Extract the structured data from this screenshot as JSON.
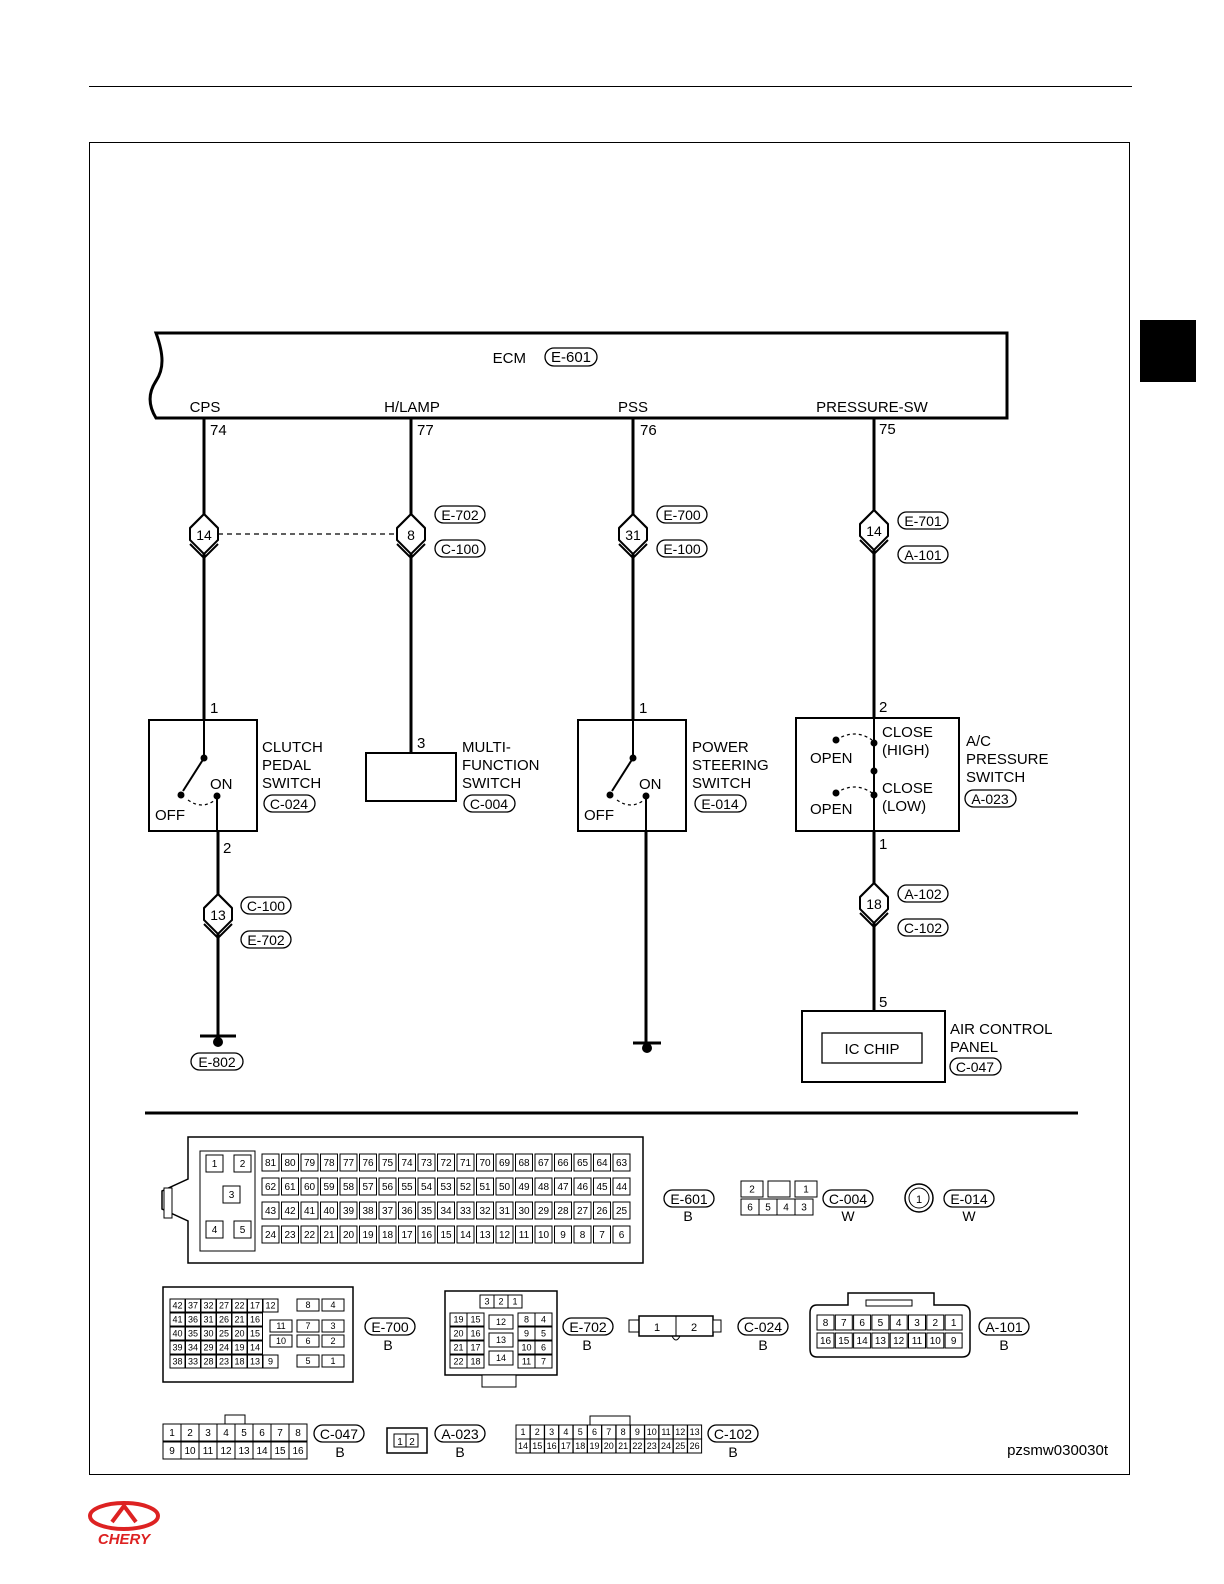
{
  "ecm": {
    "name": "ECM",
    "connector": "E-601"
  },
  "pins": [
    {
      "signal": "CPS",
      "pin": "74"
    },
    {
      "signal": "H/LAMP",
      "pin": "77"
    },
    {
      "signal": "PSS",
      "pin": "76"
    },
    {
      "signal": "PRESSURE-SW",
      "pin": "75"
    }
  ],
  "junctions": [
    {
      "pin": "14",
      "upper": "",
      "lower": ""
    },
    {
      "pin": "8",
      "upper": "E-702",
      "lower": "C-100"
    },
    {
      "pin": "31",
      "upper": "E-700",
      "lower": "E-100"
    },
    {
      "pin": "14",
      "upper": "E-701",
      "lower": "A-101"
    },
    {
      "pin": "13",
      "upper": "C-100",
      "lower": "E-702"
    },
    {
      "pin": "18",
      "upper": "A-102",
      "lower": "C-102"
    }
  ],
  "clutch_switch": {
    "name_lines": [
      "CLUTCH",
      "PEDAL",
      "SWITCH"
    ],
    "connector": "C-024",
    "pin_in": "1",
    "pin_out": "2",
    "on": "ON",
    "off": "OFF"
  },
  "multi_switch": {
    "name_lines": [
      "MULTI-",
      "FUNCTION",
      "SWITCH"
    ],
    "connector": "C-004",
    "pin": "3"
  },
  "ps_switch": {
    "name_lines": [
      "POWER",
      "STEERING",
      "SWITCH"
    ],
    "connector": "E-014",
    "pin": "1",
    "on": "ON",
    "off": "OFF"
  },
  "ac_switch": {
    "name_lines": [
      "A/C",
      "PRESSURE",
      "SWITCH"
    ],
    "connector": "A-023",
    "pin_top": "2",
    "pin_bottom": "1",
    "open": "OPEN",
    "close_high_lines": [
      "CLOSE",
      "(HIGH)"
    ],
    "close_low_lines": [
      "CLOSE",
      "(LOW)"
    ]
  },
  "air_panel": {
    "name_lines": [
      "AIR CONTROL",
      "PANEL"
    ],
    "connector": "C-047",
    "pin": "5",
    "chip": "IC CHIP"
  },
  "ground_label": "E-802",
  "connector_views": {
    "e601": {
      "code": "E-601",
      "color": "B",
      "rows": [
        [
          "81",
          "80",
          "79",
          "78",
          "77",
          "76",
          "75",
          "74",
          "73",
          "72",
          "71",
          "70",
          "69",
          "68",
          "67",
          "66",
          "65",
          "64",
          "63"
        ],
        [
          "62",
          "61",
          "60",
          "59",
          "58",
          "57",
          "56",
          "55",
          "54",
          "53",
          "52",
          "51",
          "50",
          "49",
          "48",
          "47",
          "46",
          "45",
          "44"
        ],
        [
          "43",
          "42",
          "41",
          "40",
          "39",
          "38",
          "37",
          "36",
          "35",
          "34",
          "33",
          "32",
          "31",
          "30",
          "29",
          "28",
          "27",
          "26",
          "25"
        ],
        [
          "24",
          "23",
          "22",
          "21",
          "20",
          "19",
          "18",
          "17",
          "16",
          "15",
          "14",
          "13",
          "12",
          "11",
          "10",
          "9",
          "8",
          "7",
          "6"
        ]
      ],
      "side": [
        "1",
        "2",
        "3",
        "4",
        "5"
      ]
    },
    "c004": {
      "code": "C-004",
      "color": "W",
      "top": [
        "2",
        "",
        "1"
      ],
      "bottom": [
        "6",
        "5",
        "4",
        "3"
      ]
    },
    "e014": {
      "code": "E-014",
      "color": "W",
      "pin": "1"
    },
    "e700": {
      "code": "E-700",
      "color": "B",
      "grid": [
        [
          "42",
          "37",
          "32",
          "27",
          "22",
          "17",
          "12"
        ],
        [
          "41",
          "36",
          "31",
          "26",
          "21",
          "16"
        ],
        [
          "40",
          "35",
          "30",
          "25",
          "20",
          "15"
        ],
        [
          "39",
          "34",
          "29",
          "24",
          "19",
          "14"
        ],
        [
          "38",
          "33",
          "28",
          "23",
          "18",
          "13",
          "9"
        ]
      ],
      "right": [
        [
          "8",
          "4"
        ],
        [
          "11",
          "7",
          "3"
        ],
        [
          "10",
          "6",
          "2"
        ],
        [
          "5",
          "1"
        ]
      ]
    },
    "e702": {
      "code": "E-702",
      "color": "B",
      "top": [
        "3",
        "2",
        "1"
      ],
      "left": [
        [
          "19",
          "15"
        ],
        [
          "20",
          "16"
        ],
        [
          "21",
          "17"
        ],
        [
          "22",
          "18"
        ]
      ],
      "mid": [
        "12",
        "13",
        "14"
      ],
      "right": [
        [
          "8",
          "4"
        ],
        [
          "9",
          "5"
        ],
        [
          "10",
          "6"
        ],
        [
          "11",
          "7"
        ]
      ]
    },
    "c024": {
      "code": "C-024",
      "color": "B",
      "pins": [
        "1",
        "2"
      ]
    },
    "a101": {
      "code": "A-101",
      "color": "B",
      "top": [
        "8",
        "7",
        "6",
        "5",
        "4",
        "3",
        "2",
        "1"
      ],
      "bottom": [
        "16",
        "15",
        "14",
        "13",
        "12",
        "11",
        "10",
        "9"
      ]
    },
    "c047": {
      "code": "C-047",
      "color": "B",
      "top": [
        "1",
        "2",
        "3",
        "4",
        "5",
        "6",
        "7",
        "8"
      ],
      "bottom": [
        "9",
        "10",
        "11",
        "12",
        "13",
        "14",
        "15",
        "16"
      ]
    },
    "a023": {
      "code": "A-023",
      "color": "B",
      "pins": [
        "1",
        "2"
      ]
    },
    "c102": {
      "code": "C-102",
      "color": "B",
      "top": [
        "1",
        "2",
        "3",
        "4",
        "5",
        "6",
        "7",
        "8",
        "9",
        "10",
        "11",
        "12",
        "13"
      ],
      "bottom": [
        "14",
        "15",
        "16",
        "17",
        "18",
        "19",
        "20",
        "21",
        "22",
        "23",
        "24",
        "25",
        "26"
      ]
    }
  },
  "figure_id": "pzsmw030030t",
  "brand": "CHERY"
}
